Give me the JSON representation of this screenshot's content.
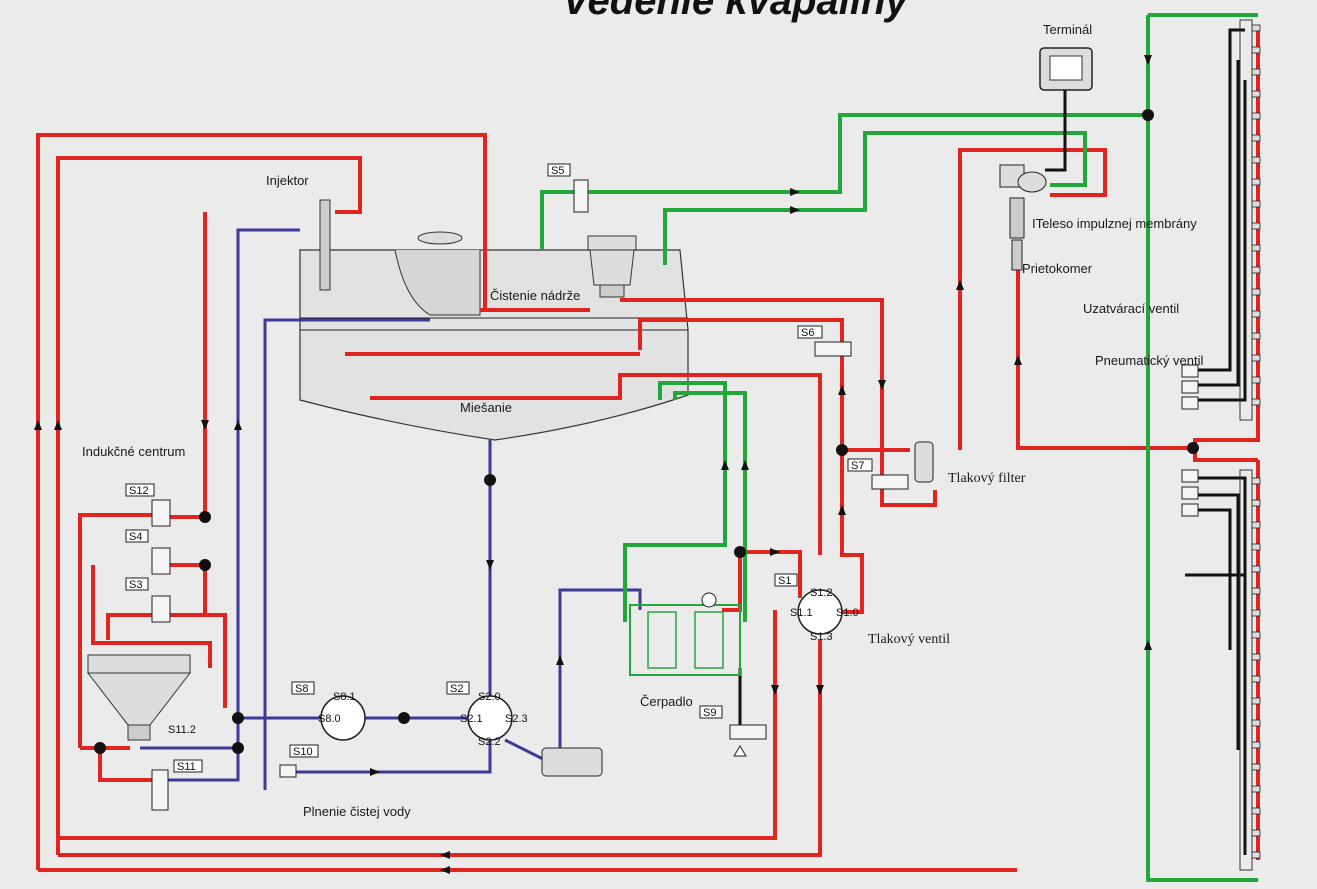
{
  "title": "Vedenie kvapaliny",
  "labels": {
    "terminal": "Terminál",
    "injektor": "Injektor",
    "cistenie": "Čistenie nádrže",
    "miesanie": "Miešanie",
    "indukcne": "Indukčné centrum",
    "teleso": "ITeleso impulznej membrány",
    "prietokomer": "Prietokomer",
    "uzatvaraci": "Uzatvárací ventil",
    "pneumaticky": "Pneumatický ventil",
    "tlakovy_filter": "Tlakový filter",
    "tlakovy_ventil": "Tlakový ventil",
    "cerpadlo": "Čerpadlo",
    "plnenie": "Plnenie čistej vody"
  },
  "valves": {
    "s1": "S1",
    "s2": "S2",
    "s3": "S3",
    "s4": "S4",
    "s5": "S5",
    "s6": "S6",
    "s7": "S7",
    "s8": "S8",
    "s9": "S9",
    "s10": "S10",
    "s11": "S11",
    "s12": "S12"
  },
  "ports": {
    "s1_1": "S1.1",
    "s1_2": "S1.2",
    "s1_3": "S1.3",
    "s1_0": "S1.0",
    "s2_0": "S2.0",
    "s2_1": "S2.1",
    "s2_2": "S2.2",
    "s2_3": "S2.3",
    "s8_0": "S8.0",
    "s8_1": "S8.1",
    "s11_2": "S11.2"
  },
  "colors": {
    "pressure_line": "#e0241f",
    "suction_line": "#3b3a99",
    "return_line": "#22a83a",
    "control_line": "#111111",
    "background": "#ebebeb"
  }
}
